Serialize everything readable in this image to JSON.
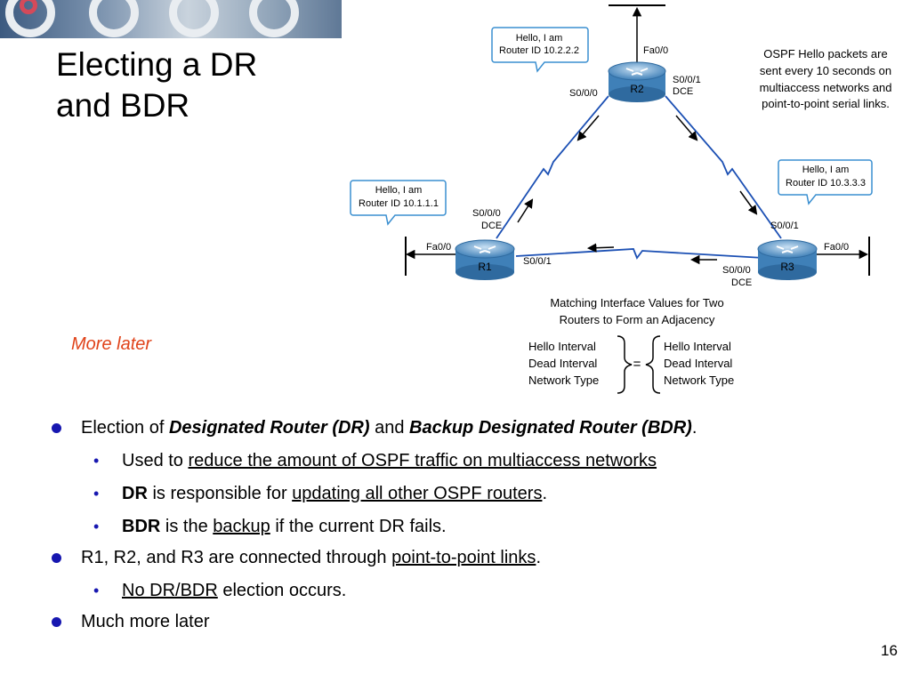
{
  "slide": {
    "title_line1": "Electing a DR",
    "title_line2": "and BDR",
    "more_later": "More later",
    "page_number": "16"
  },
  "diagram": {
    "routers": {
      "r1": "R1",
      "r2": "R2",
      "r3": "R3"
    },
    "callouts": {
      "r2_line1": "Hello, I am",
      "r2_line2": "Router ID 10.2.2.2",
      "r1_line1": "Hello, I am",
      "r1_line2": "Router ID 10.1.1.1",
      "r3_line1": "Hello, I am",
      "r3_line2": "Router ID 10.3.3.3"
    },
    "interfaces": {
      "r2_fa": "Fa0/0",
      "r2_s001": "S0/0/1",
      "r2_s001_dce": "DCE",
      "r2_s000": "S0/0/0",
      "r1_s000": "S0/0/0",
      "r1_s000_dce": "DCE",
      "r1_fa": "Fa0/0",
      "r1_s001": "S0/0/1",
      "r3_s001": "S0/0/1",
      "r3_fa": "Fa0/0",
      "r3_s000": "S0/0/0",
      "r3_s000_dce": "DCE"
    },
    "note_lines": [
      "OSPF Hello packets are",
      "sent every 10 seconds on",
      "multiaccess networks and",
      "point-to-point serial links."
    ],
    "matching_title_lines": [
      "Matching Interface Values for Two",
      "Routers to Form an Adjacency"
    ],
    "matching_left": [
      "Hello Interval",
      "Dead Interval",
      "Network Type"
    ],
    "matching_equals": "=",
    "matching_right": [
      "Hello Interval",
      "Dead Interval",
      "Network Type"
    ]
  },
  "bullets": {
    "b1": {
      "t1": "Election of ",
      "t2": "Designated Router (DR)",
      "t3": " and ",
      "t4": "Backup Designated Router (BDR)",
      "t5": "."
    },
    "b1a": {
      "t1": "Used to ",
      "t2": "reduce the amount of OSPF traffic on multiaccess networks"
    },
    "b1b": {
      "t1": "DR",
      "t2": " is responsible for ",
      "t3": "updating all other OSPF routers",
      "t4": "."
    },
    "b1c": {
      "t1": "BDR",
      "t2": " is the ",
      "t3": "backup",
      "t4": " if the current DR fails."
    },
    "b2": {
      "t1": "R1, R2, and R3 are connected through ",
      "t2": "point-to-point links",
      "t3": "."
    },
    "b2a": {
      "t1": "No DR/BDR",
      "t2": " election occurs."
    },
    "b3": {
      "t1": "Much more later"
    }
  },
  "colors": {
    "accent_blue": "#1717b0",
    "more_later_orange": "#e0431a",
    "link_blue": "#1c50b4",
    "callout_border": "#3a8fd0"
  },
  "icons": [
    "router-icon",
    "bullet-dot-icon",
    "bullet-sub-icon",
    "brace-icon"
  ]
}
